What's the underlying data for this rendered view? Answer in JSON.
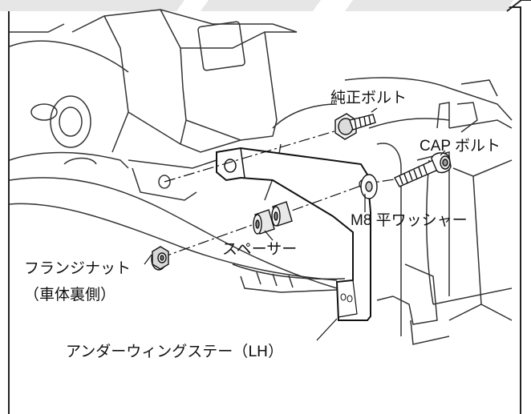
{
  "labels": {
    "genuine_bolt": "純正ボルト",
    "cap_bolt": "CAP ボルト",
    "m8_washer": "M8 平ワッシャー",
    "spacer": "スペーサー",
    "flange_nut": "フランジナット",
    "flange_nut_note": "（車体裏側）",
    "under_wing_stay": "アンダーウィングステー（LH）"
  }
}
